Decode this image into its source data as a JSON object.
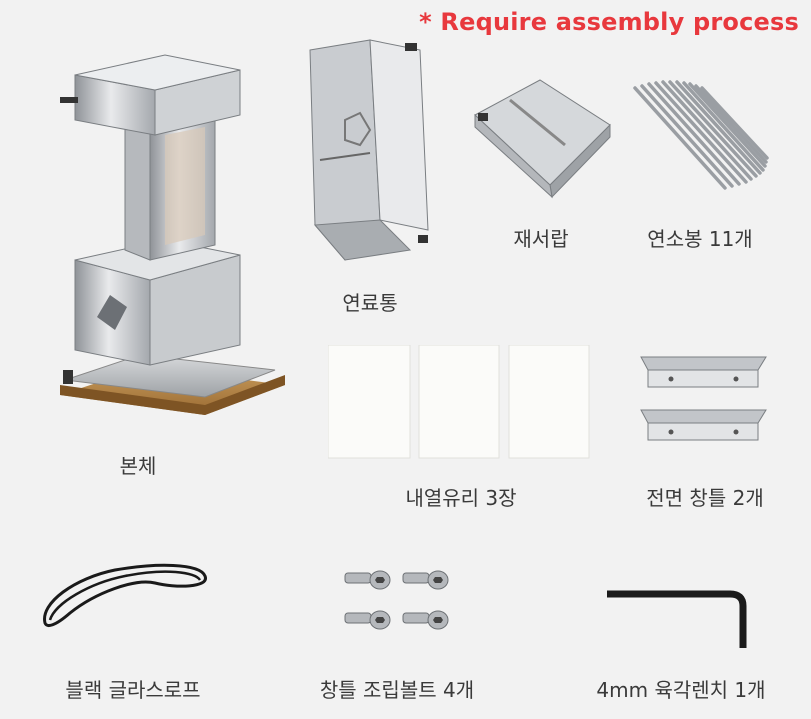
{
  "notice": "* Require assembly process",
  "items": [
    {
      "label": "본체",
      "icon": "stove-body-icon"
    },
    {
      "label": "연료통",
      "icon": "fuel-tank-icon"
    },
    {
      "label": "재서랍",
      "icon": "ash-drawer-icon"
    },
    {
      "label": "연소봉 11개",
      "icon": "combustion-rods-icon"
    },
    {
      "label": "내열유리 3장",
      "icon": "heat-glass-icon"
    },
    {
      "label": "전면 창틀 2개",
      "icon": "window-frame-icon"
    },
    {
      "label": "블랙 글라스로프",
      "icon": "glass-rope-icon"
    },
    {
      "label": "창틀 조립볼트 4개",
      "icon": "bolts-icon"
    },
    {
      "label": "4mm 육각렌치 1개",
      "icon": "hex-wrench-icon"
    }
  ]
}
